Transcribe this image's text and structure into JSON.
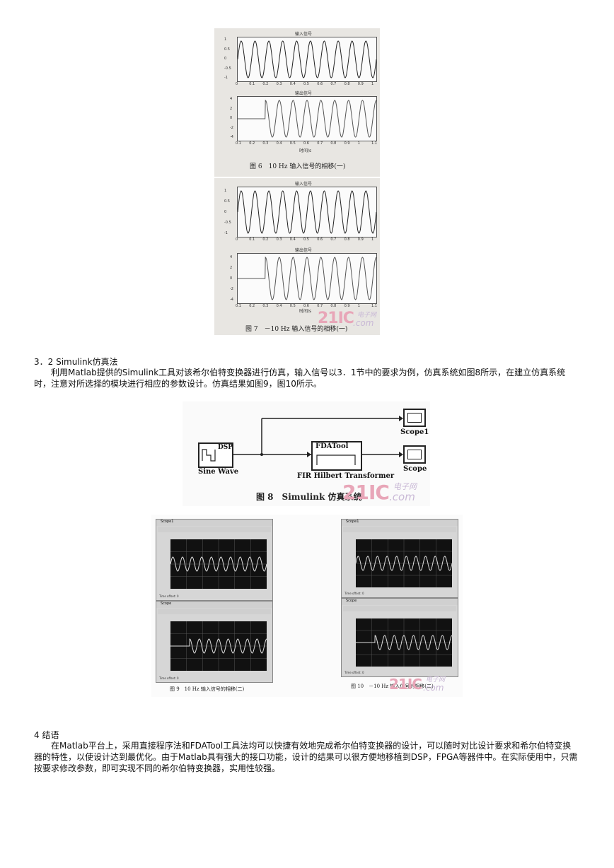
{
  "figure6": {
    "top_title": "输入信号",
    "top_yticks": [
      "1",
      "0.5",
      "0",
      "-0.5",
      "-1"
    ],
    "top_xticks": [
      "0",
      "0.1",
      "0.2",
      "0.3",
      "0.4",
      "0.5",
      "0.6",
      "0.7",
      "0.8",
      "0.9",
      "1"
    ],
    "bottom_title": "输出信号",
    "bottom_yticks": [
      "4",
      "2",
      "0",
      "-2",
      "-4"
    ],
    "bottom_xticks": [
      "0.1",
      "0.2",
      "0.3",
      "0.4",
      "0.5",
      "0.6",
      "0.7",
      "0.8",
      "0.9",
      "1",
      "1.1"
    ],
    "xlabel": "时间/s",
    "caption": "图 6　10 Hz 输入信号的相移(一)"
  },
  "figure7": {
    "top_title": "输入信号",
    "top_yticks": [
      "1",
      "0.5",
      "0",
      "-0.5",
      "-1"
    ],
    "top_xticks": [
      "0",
      "0.1",
      "0.2",
      "0.3",
      "0.4",
      "0.5",
      "0.6",
      "0.7",
      "0.8",
      "0.9",
      "1"
    ],
    "bottom_title": "输出信号",
    "bottom_yticks": [
      "4",
      "2",
      "0",
      "-2",
      "-4"
    ],
    "bottom_xticks": [
      "0.1",
      "0.2",
      "0.3",
      "0.4",
      "0.5",
      "0.6",
      "0.7",
      "0.8",
      "0.9",
      "1",
      "1.1"
    ],
    "xlabel": "时间/s",
    "caption": "图 7　－10 Hz 输入信号的相移(一)"
  },
  "watermark": {
    "brand": "21IC",
    "sub": "电子网",
    "dot": ".com"
  },
  "section32": {
    "heading": "3．2 Simulink仿真法",
    "paragraph": "利用Matlab提供的Simulink工具对该希尔伯特变换器进行仿真，输入信号以3．1节中的要求为例，仿真系统如图8所示，在建立仿真系统时，注意对所选择的模块进行相应的参数设计。仿真结果如图9，图10所示。"
  },
  "figure8": {
    "source_inner": "DSP",
    "source_label": "Sine Wave",
    "filter_inner": "FDATool",
    "filter_label": "FIR Hilbert Transformer",
    "scope1_label": "Scope1",
    "scope_label": "Scope",
    "caption": "图 8　Simulink 仿真系统"
  },
  "figure9": {
    "win1_title": "Scope1",
    "win2_title": "Scope",
    "foot": "Time offset: 0",
    "caption": "图 9　10 Hz 输入信号的相移(二)"
  },
  "figure10": {
    "win1_title": "Scope1",
    "win2_title": "Scope",
    "foot": "Time offset: 0",
    "caption": "图 10　－10 Hz 输入信号的相移(二)"
  },
  "section4": {
    "heading": "4 结语",
    "paragraph": "在Matlab平台上，采用直接程序法和FDATool工具法均可以快捷有效地完成希尔伯特变换器的设计，可以随时对比设计要求和希尔伯特变换器的特性，以使设计达到最优化。由于Matlab具有强大的接口功能，设计的结果可以很方便地移植到DSP，FPGA等器件中。在实际使用中，只需按要求修改参数，即可实现不同的希尔伯特变换器，实用性较强。"
  },
  "signal": {
    "input_cycles": 10,
    "output_delay_fraction": 0.2
  }
}
